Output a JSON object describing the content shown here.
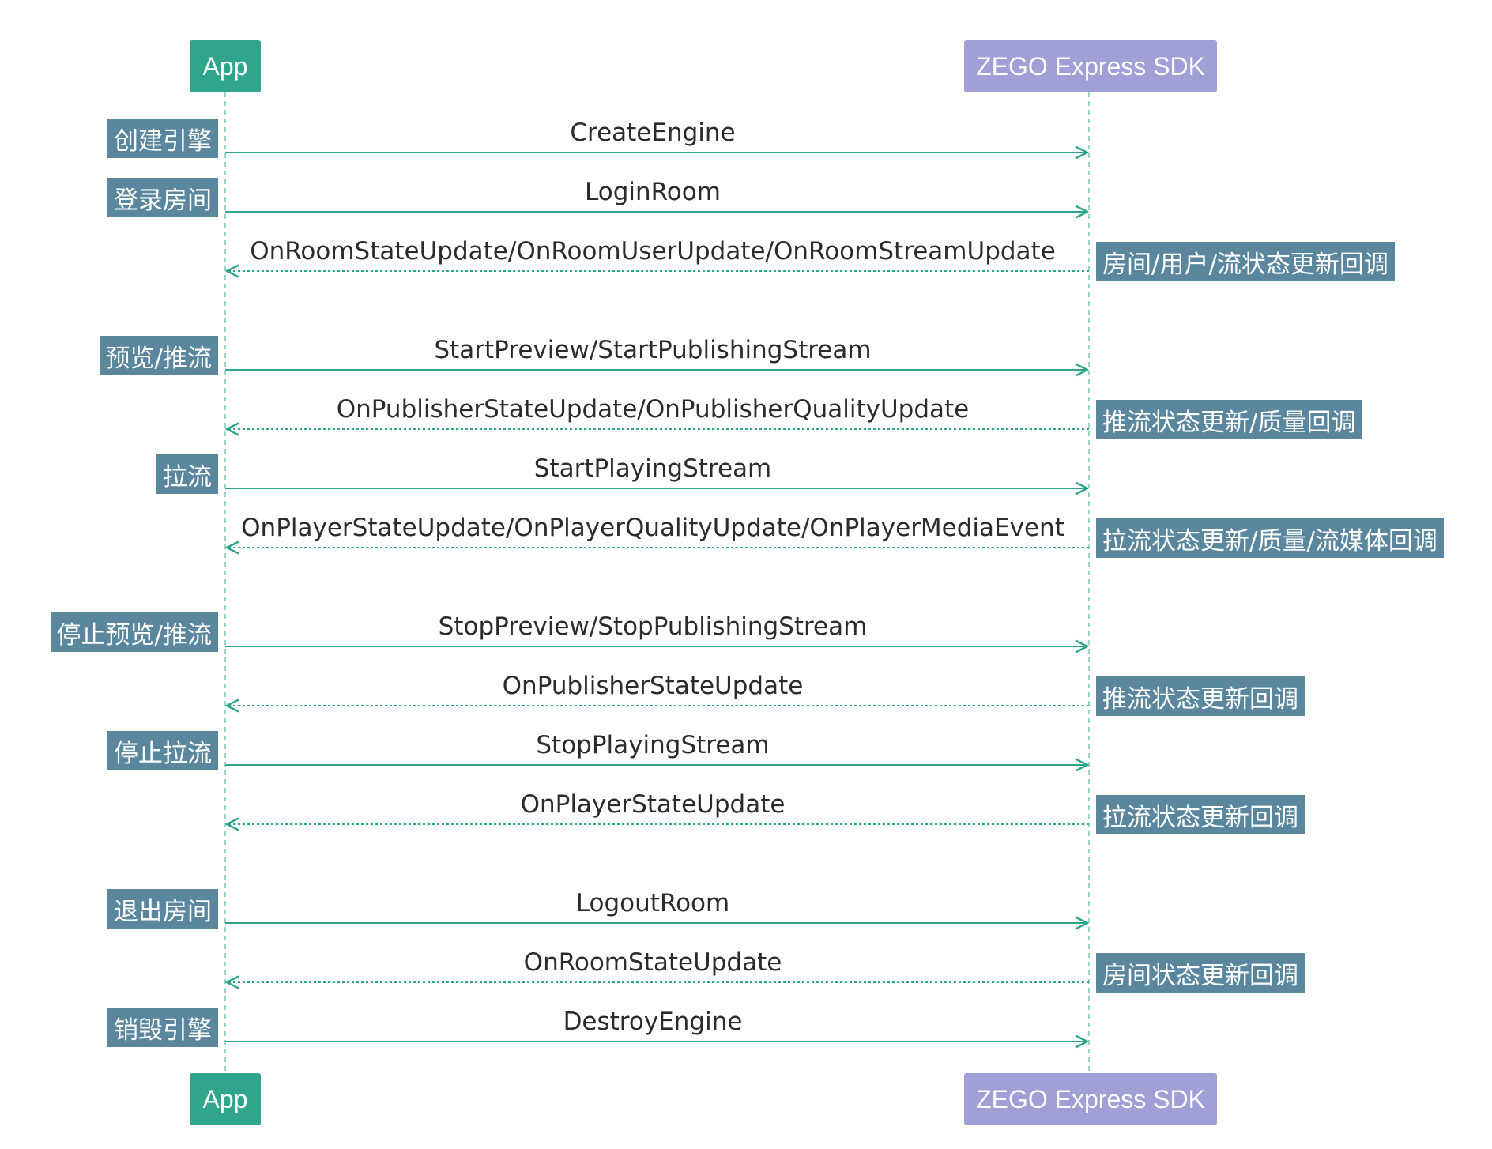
{
  "participants": {
    "app": "App",
    "sdk": "ZEGO Express SDK"
  },
  "colors": {
    "app_box": "#2fa58c",
    "sdk_box": "#a09fd6",
    "step_tag": "#5a879e",
    "arrow": "#2fa58c",
    "lifeline": "#7cc9b8"
  },
  "messages": [
    {
      "label": "CreateEngine",
      "direction": "call",
      "step": "创建引擎",
      "callback_note": ""
    },
    {
      "label": "LoginRoom",
      "direction": "call",
      "step": "登录房间",
      "callback_note": ""
    },
    {
      "label": "OnRoomStateUpdate/OnRoomUserUpdate/OnRoomStreamUpdate",
      "direction": "callback",
      "step": "",
      "callback_note": "房间/用户/流状态更新回调"
    },
    {
      "label": "StartPreview/StartPublishingStream",
      "direction": "call",
      "step": "预览/推流",
      "callback_note": ""
    },
    {
      "label": "OnPublisherStateUpdate/OnPublisherQualityUpdate",
      "direction": "callback",
      "step": "",
      "callback_note": "推流状态更新/质量回调"
    },
    {
      "label": "StartPlayingStream",
      "direction": "call",
      "step": "拉流",
      "callback_note": ""
    },
    {
      "label": "OnPlayerStateUpdate/OnPlayerQualityUpdate/OnPlayerMediaEvent",
      "direction": "callback",
      "step": "",
      "callback_note": "拉流状态更新/质量/流媒体回调"
    },
    {
      "label": "StopPreview/StopPublishingStream",
      "direction": "call",
      "step": "停止预览/推流",
      "callback_note": ""
    },
    {
      "label": "OnPublisherStateUpdate",
      "direction": "callback",
      "step": "",
      "callback_note": "推流状态更新回调"
    },
    {
      "label": "StopPlayingStream",
      "direction": "call",
      "step": "停止拉流",
      "callback_note": ""
    },
    {
      "label": "OnPlayerStateUpdate",
      "direction": "callback",
      "step": "",
      "callback_note": "拉流状态更新回调"
    },
    {
      "label": "LogoutRoom",
      "direction": "call",
      "step": "退出房间",
      "callback_note": ""
    },
    {
      "label": "OnRoomStateUpdate",
      "direction": "callback",
      "step": "",
      "callback_note": "房间状态更新回调"
    },
    {
      "label": "DestroyEngine",
      "direction": "call",
      "step": "销毁引擎",
      "callback_note": ""
    }
  ]
}
